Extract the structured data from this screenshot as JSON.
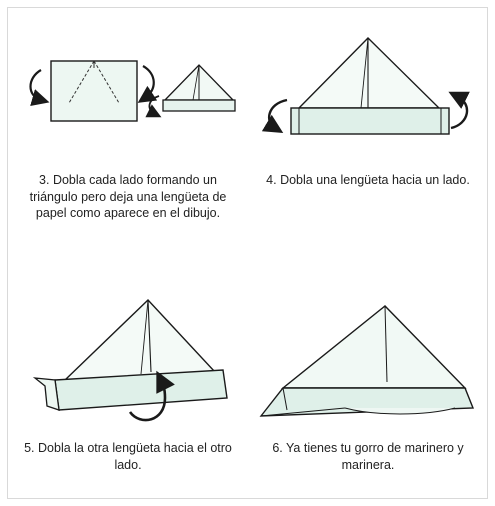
{
  "colors": {
    "paper": "#e6f3ee",
    "paper_light": "#f5fbf8",
    "outline": "#1a1a1a",
    "frame_border": "#d9d9d9",
    "caption_text": "#222222"
  },
  "steps": [
    {
      "number": 3,
      "caption": "3. Dobla cada lado formando un triángulo pero deja una lengüeta de papel como aparece en el dibujo."
    },
    {
      "number": 4,
      "caption": "4. Dobla una lengüeta hacia un lado."
    },
    {
      "number": 5,
      "caption": "5. Dobla la otra lengüeta hacia el otro lado."
    },
    {
      "number": 6,
      "caption": "6. Ya tienes tu gorro de marinero y marinera."
    }
  ]
}
